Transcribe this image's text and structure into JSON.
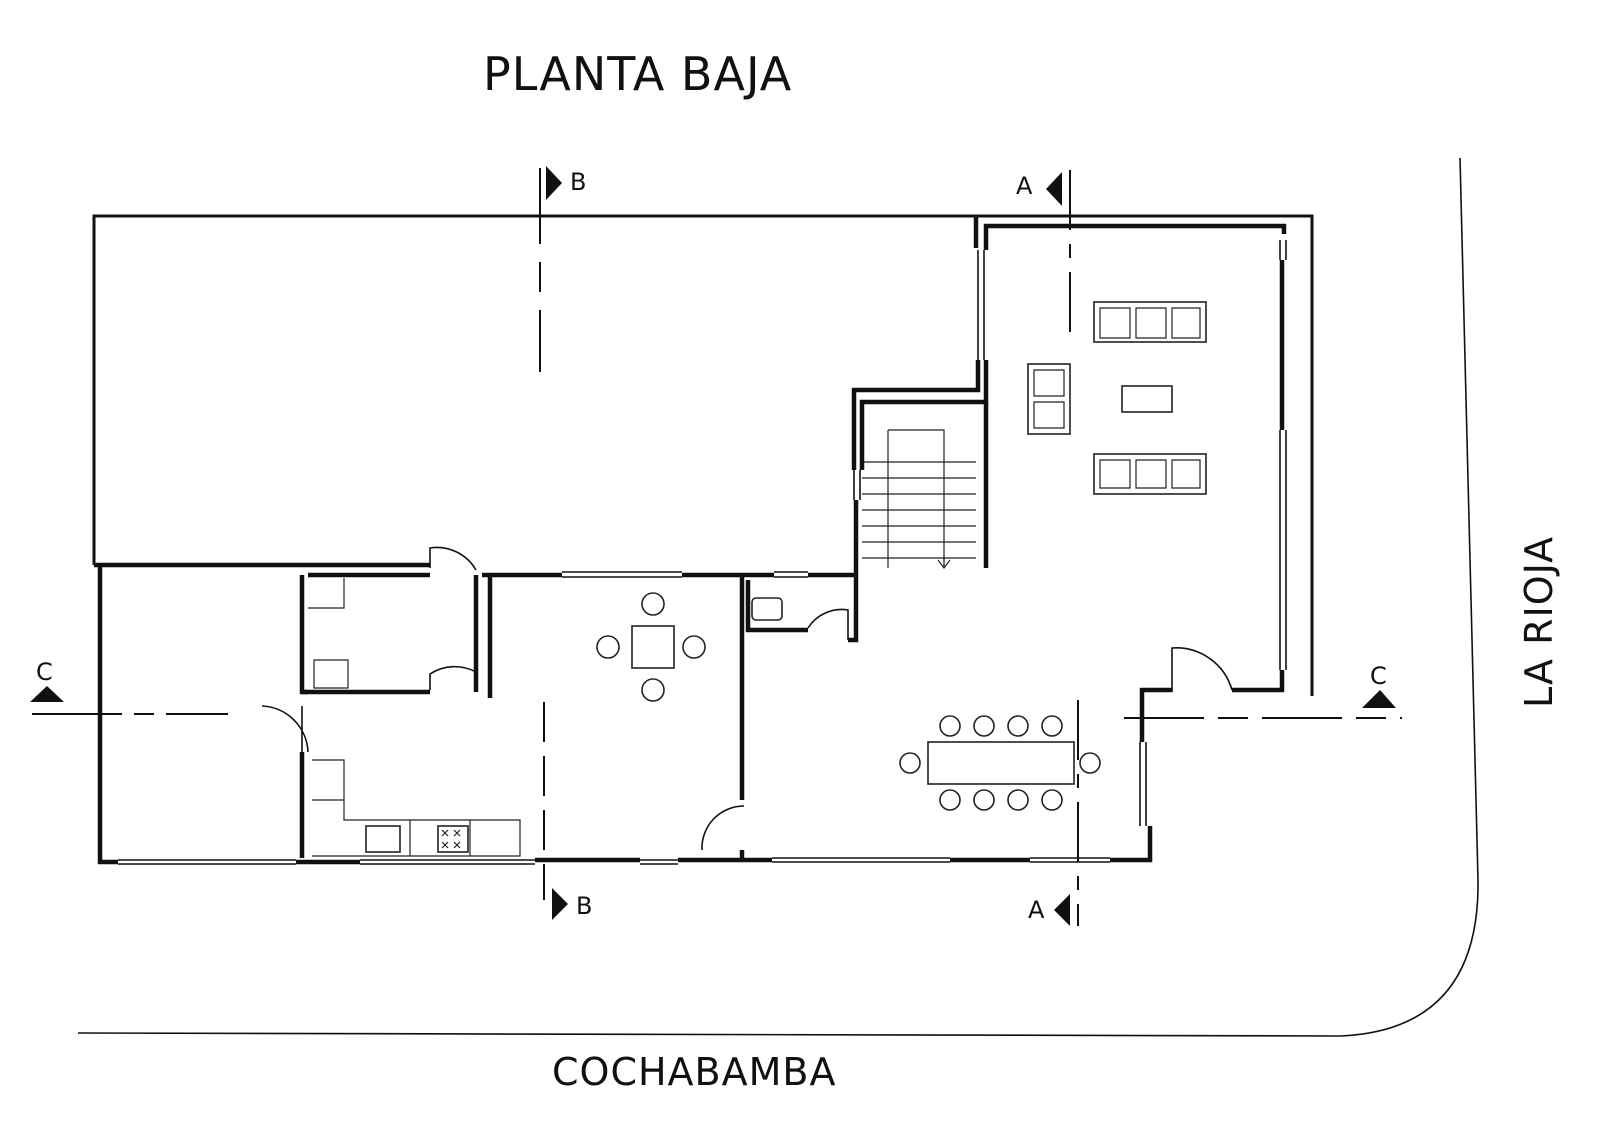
{
  "title": "PLANTA BAJA",
  "streets": {
    "bottom": "COCHABAMBA",
    "right": "LA RIOJA"
  },
  "section_marks": {
    "a_top": "A",
    "a_bottom": "A",
    "b_top": "B",
    "b_bottom": "B",
    "c_left": "C",
    "c_right": "C"
  },
  "colors": {
    "ink": "#111111",
    "paper": "#ffffff"
  }
}
